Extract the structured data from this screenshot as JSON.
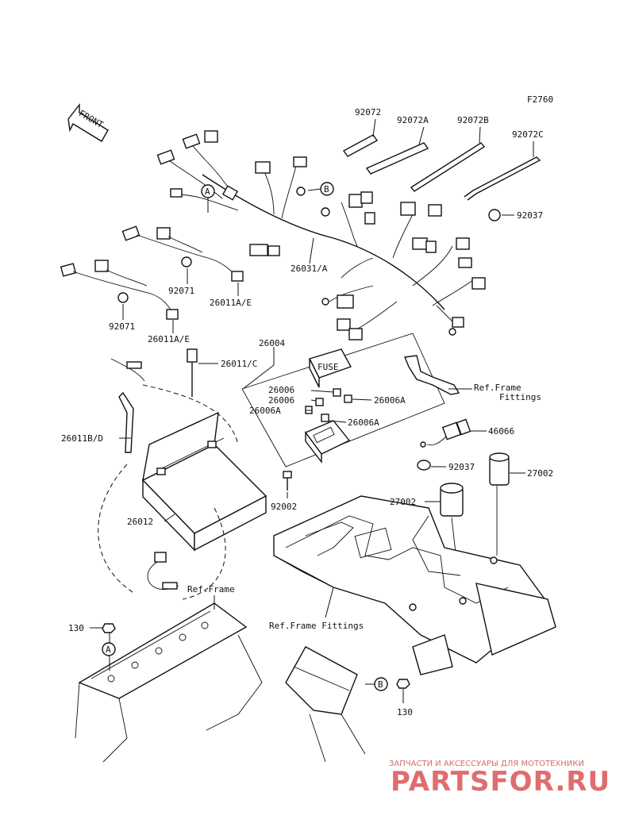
{
  "diagram": {
    "figure_code": "F2760",
    "front_label": "FRONT",
    "parts": [
      {
        "label": "92072"
      },
      {
        "label": "92072A"
      },
      {
        "label": "92072B"
      },
      {
        "label": "92072C"
      },
      {
        "label": "92037"
      },
      {
        "label": "26031/A"
      },
      {
        "label": "92071"
      },
      {
        "label": "26011A/E"
      },
      {
        "label": "92071"
      },
      {
        "label": "26011A/E"
      },
      {
        "label": "26004"
      },
      {
        "label": "26011/C"
      },
      {
        "label": "26006"
      },
      {
        "label": "26006"
      },
      {
        "label": "26006A"
      },
      {
        "label": "26006A"
      },
      {
        "label": "26006A"
      },
      {
        "label": "26011B/D"
      },
      {
        "label": "46066"
      },
      {
        "label": "92037"
      },
      {
        "label": "27002"
      },
      {
        "label": "27002"
      },
      {
        "label": "92002"
      },
      {
        "label": "26012"
      },
      {
        "label": "130"
      },
      {
        "label": "130"
      }
    ],
    "refs": [
      {
        "text": "Ref.Frame"
      },
      {
        "text": "Fittings"
      },
      {
        "text": "Ref.Frame"
      },
      {
        "text": "Ref.Frame Fittings"
      }
    ],
    "markers": [
      "A",
      "B",
      "A",
      "B"
    ],
    "fuse_text": "FUSE"
  },
  "watermark": {
    "caption": "ЗАПЧАСТИ И АКСЕССУАРЫ ДЛЯ МОТОТЕХНИКИ",
    "brand": "PARTSFOR.RU",
    "color": "#e06d6d"
  }
}
